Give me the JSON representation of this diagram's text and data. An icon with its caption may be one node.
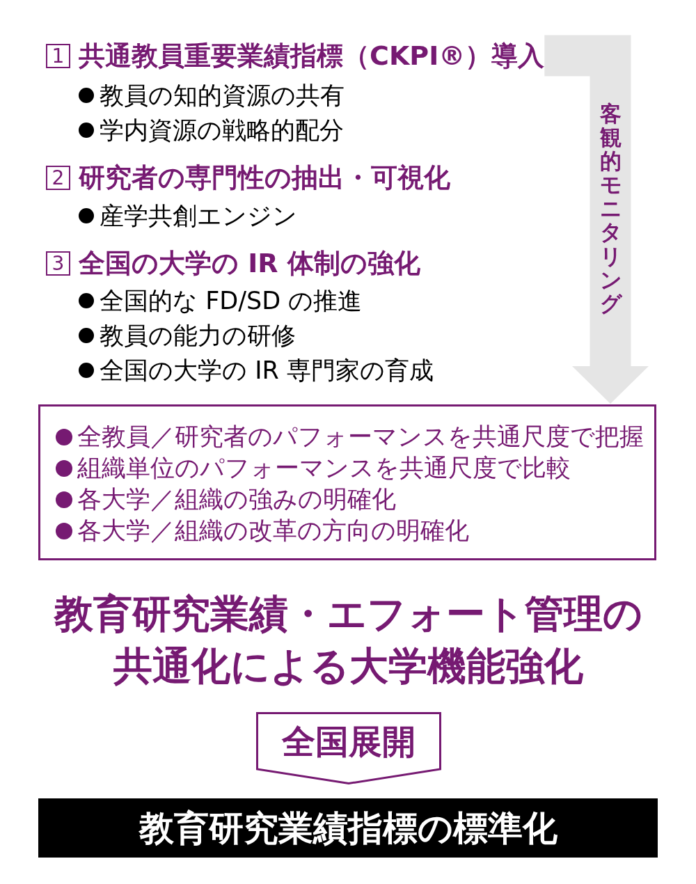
{
  "diagram": {
    "nodes": [
      {
        "text": [
          "1",
          "共通教員重要業績指標（CKPI®）導入"
        ]
      },
      {
        "text": [
          "2",
          "研究者の専門性の抽出・可視化"
        ]
      },
      {
        "text": [
          "3",
          "全国の大学の IR 体制の強化"
        ]
      },
      {
        "text": [
          "全教員／研究者のパフォーマンスを共通尺度で把握",
          "組織単位のパフォーマンスを共通尺度で比較",
          "各大学／組織の強みの明確化",
          "各大学／組織の改革の方向の明確化"
        ]
      },
      {
        "text": [
          "全国展開"
        ]
      },
      {
        "text": [
          "教育研究業績指標の標準化"
        ]
      }
    ],
    "edges": [
      {
        "from": 0,
        "to": 3,
        "arrow": "to",
        "label": "客観的モニタリング",
        "color": "#e5e5e5"
      }
    ],
    "labels": [
      "教員の知的資源の共有",
      "学内資源の戦略的配分",
      "産学共創エンジン",
      "全国的な FD/SD の推進",
      "教員の能力の研修",
      "全国の大学の IR 専門家の育成",
      "教育研究業績・エフォート管理の共通化による大学機能強化"
    ]
  }
}
